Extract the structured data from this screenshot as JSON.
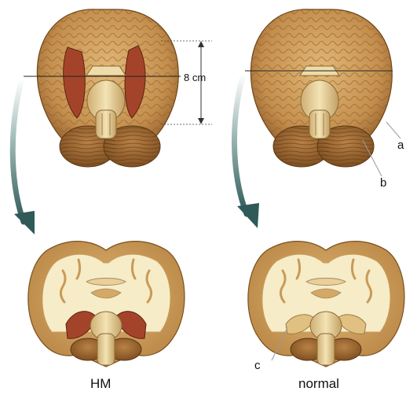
{
  "figure": {
    "measure_label": "8 cm",
    "panel_labels": {
      "left": "HM",
      "right": "normal"
    },
    "callouts": {
      "a": "a",
      "b": "b",
      "c": "c"
    },
    "colors": {
      "brain_tan": "#c79652",
      "brain_dark": "#8a5a25",
      "lesion_red": "#a3442a",
      "white_matter": "#f7ecc8",
      "gray_matter": "#d4a866",
      "arrow_teal": "#2f5a58"
    }
  }
}
